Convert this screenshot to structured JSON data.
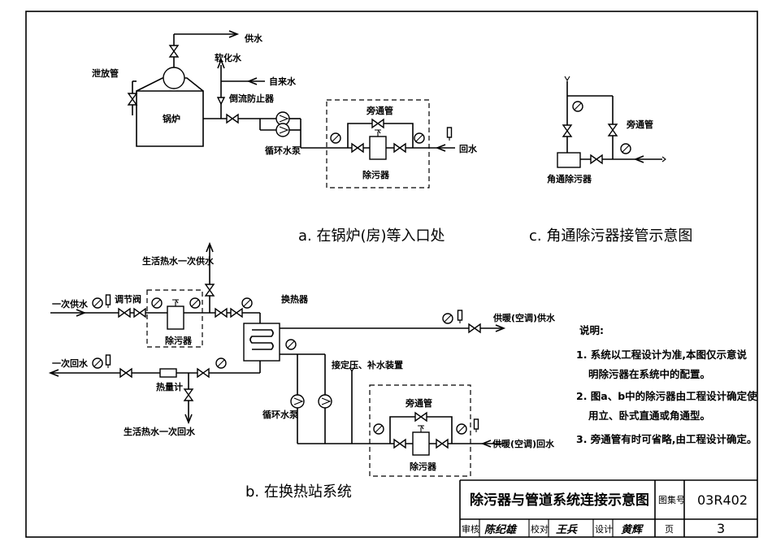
{
  "labels": {
    "a": {
      "supply": "供水",
      "soft_water": "软化水",
      "drain": "泄放管",
      "tap_water": "自来水",
      "backflow": "倒流防止器",
      "boiler": "锅炉",
      "bypass": "旁通管",
      "pump": "循环水泵",
      "return": "回水",
      "strainer": "除污器"
    },
    "c": {
      "bypass": "旁通管",
      "strainer": "角通除污器"
    },
    "b": {
      "dhw_supply": "生活热水一次供水",
      "primary_supply": "一次供水",
      "valve": "调节阀",
      "strainer1": "除污器",
      "hx": "换热器",
      "heating_supply": "供暖(空调)供水",
      "primary_return": "一次回水",
      "meter": "热量计",
      "dhw_return": "生活热水一次回水",
      "pressurize": "接定压、补水装置",
      "pump": "循环水泵",
      "bypass": "旁通管",
      "strainer2": "除污器",
      "heating_return": "供暖(空调)回水"
    }
  },
  "captions": {
    "a": "a. 在锅炉(房)等入口处",
    "b": "b. 在换热站系统",
    "c": "c. 角通除污器接管示意图"
  },
  "notes": {
    "title": "说明:",
    "n1a": "1. 系统以工程设计为准,本图仅示意说",
    "n1b": "明除污器在系统中的配置。",
    "n2a": "2. 图a、b中的除污器由工程设计确定使",
    "n2b": "用立、卧式直通或角通型。",
    "n3": "3. 旁通管有时可省略,由工程设计确定。"
  },
  "titleblock": {
    "title": "除污器与管道系统连接示意图",
    "atlas_label": "图集号",
    "atlas_code": "03R402",
    "review": "审核",
    "review_sig": "陈纪雄",
    "check": "校对",
    "check_sig": "王兵",
    "design": "设计",
    "design_sig": "黄辉",
    "page_label": "页",
    "page_no": "3"
  }
}
